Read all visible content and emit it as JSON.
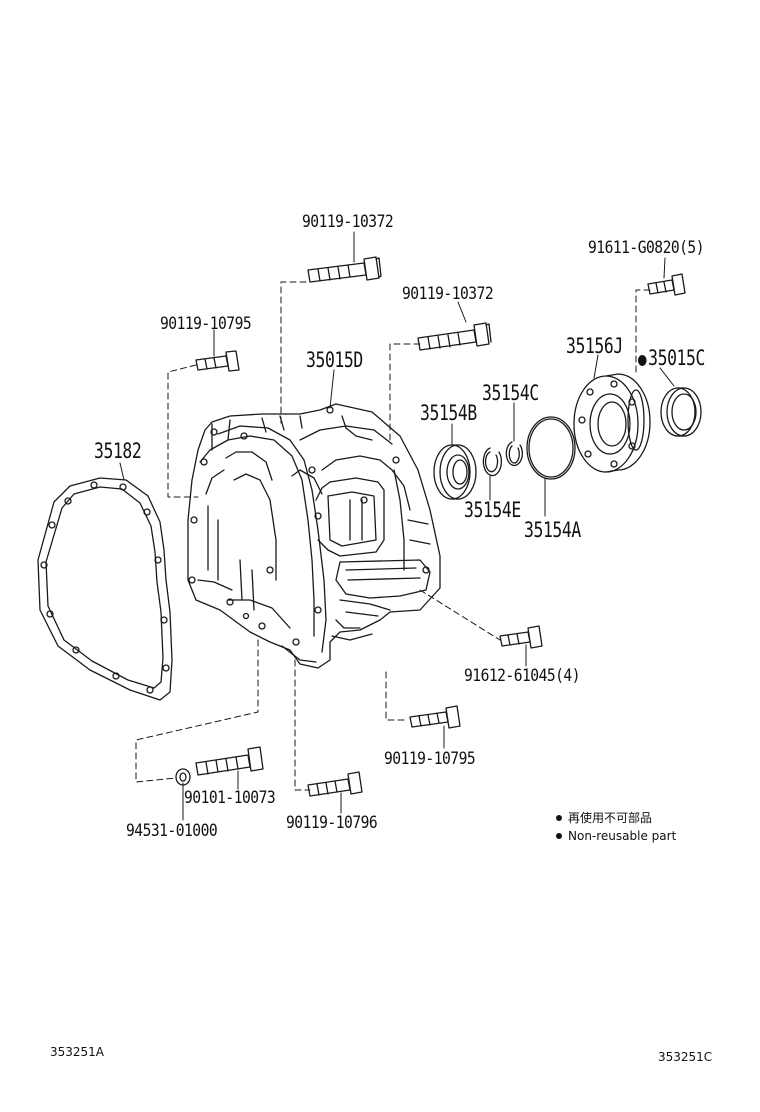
{
  "parts": {
    "bolt_top": "90119-10372",
    "bolt_upper_mid": "90119-10372",
    "bolt_left_upper": "90119-10795",
    "bolt_right_top": "91611-G0820(5)",
    "case": "35015D",
    "gasket": "35182",
    "retainer": "35156J",
    "seal": "35015C",
    "bearing": "35154B",
    "snap_ring_c": "35154C",
    "snap_ring_e": "35154E",
    "o_ring": "35154A",
    "bolt_right_mid": "91612-61045(4)",
    "bolt_lower_right": "90119-10795",
    "bolt_lower_left": "90101-10073",
    "bolt_bottom": "90119-10796",
    "washer": "94531-01000"
  },
  "legend": {
    "jp": "再使用不可部品",
    "en": "Non-reusable part"
  },
  "footer": {
    "left_code": "353251A",
    "right_code": "353251C"
  }
}
